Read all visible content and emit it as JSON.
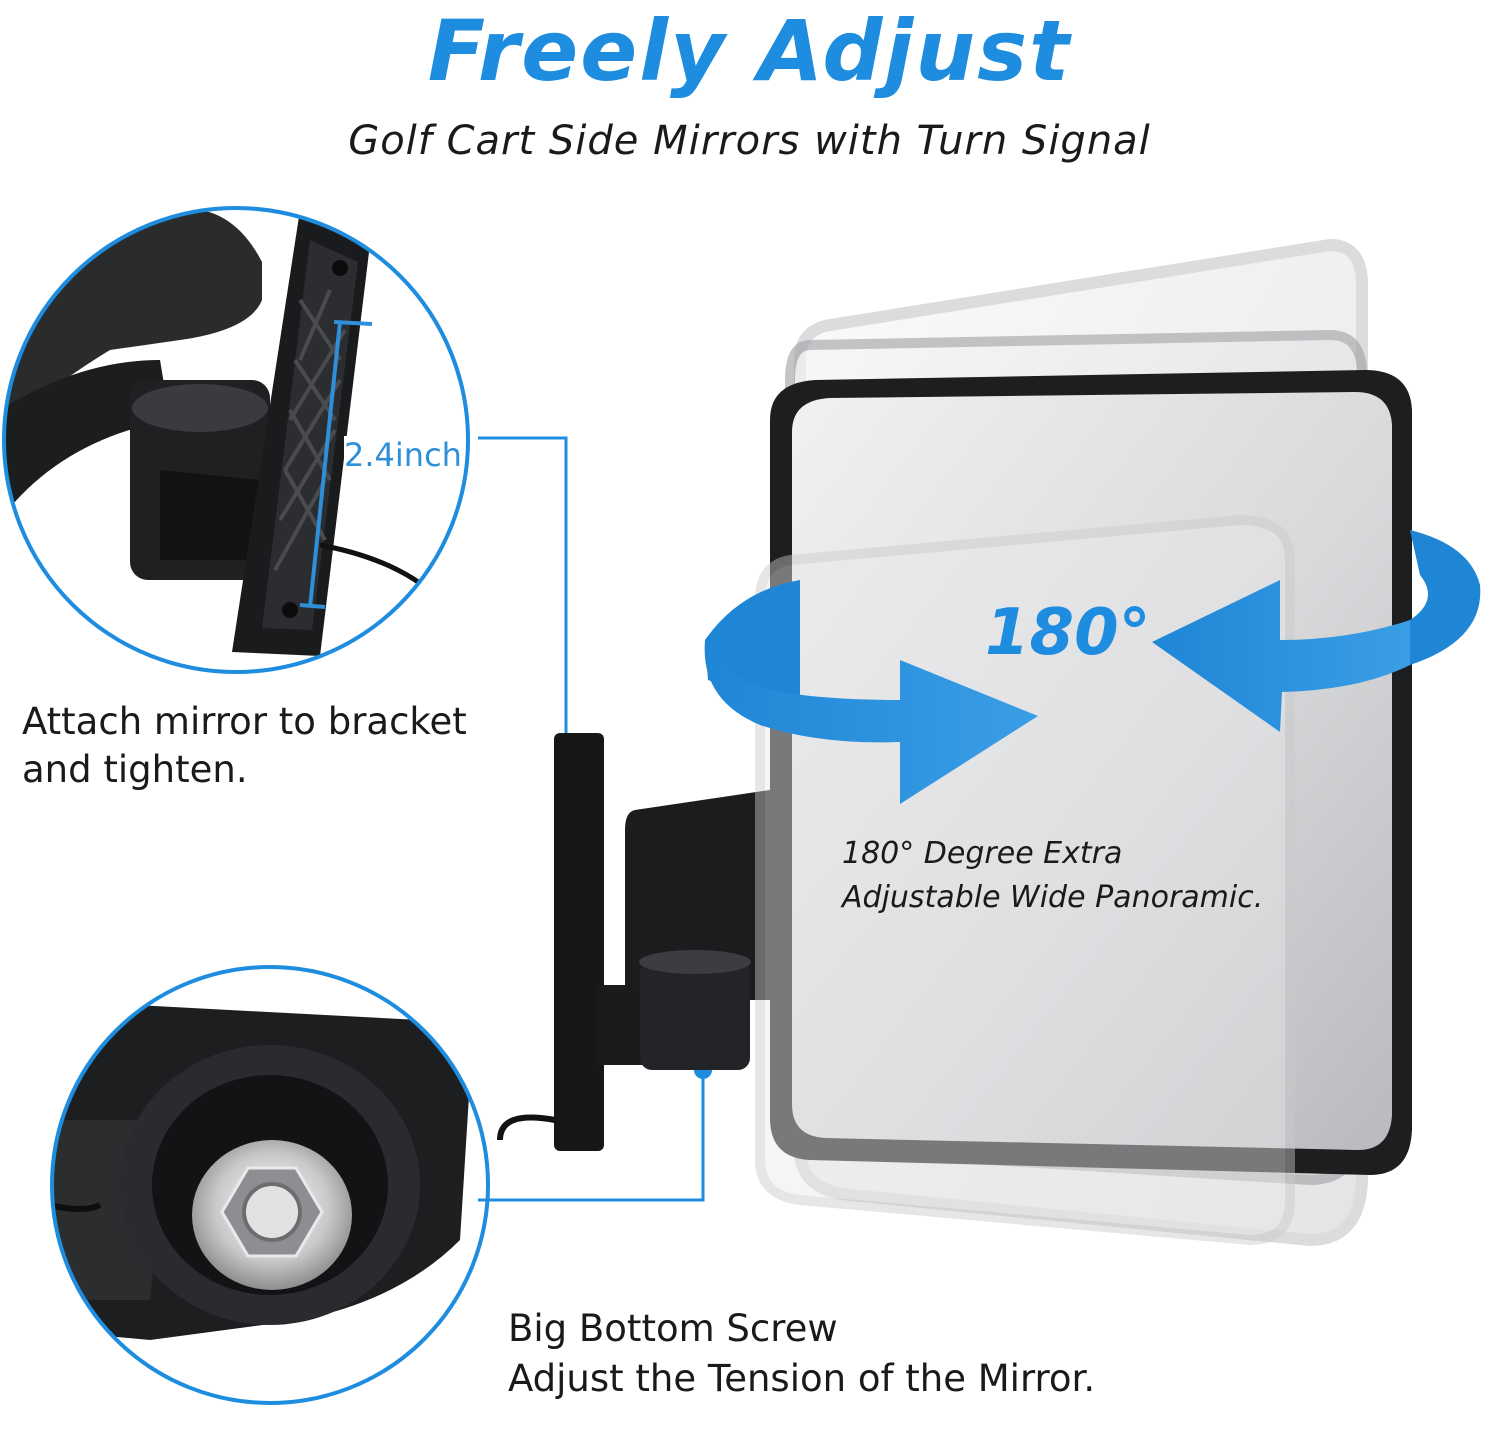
{
  "header": {
    "title": "Freely Adjust",
    "subtitle": "Golf Cart Side Mirrors with Turn Signal"
  },
  "callouts": {
    "bracket_length": "2.4inch",
    "attach_line1": "Attach mirror to bracket",
    "attach_line2": "and tighten.",
    "screw_line1": "Big Bottom Screw",
    "screw_line2": "Adjust the Tension of the Mirror.",
    "rotation_value": "180°",
    "panoramic_line1": "180° Degree Extra",
    "panoramic_line2": "Adjustable Wide Panoramic."
  },
  "colors": {
    "accent": "#1e8de0",
    "text": "#1a1a1a",
    "mirror_frame": "#222222",
    "mirror_glass": "#d9dadc"
  }
}
